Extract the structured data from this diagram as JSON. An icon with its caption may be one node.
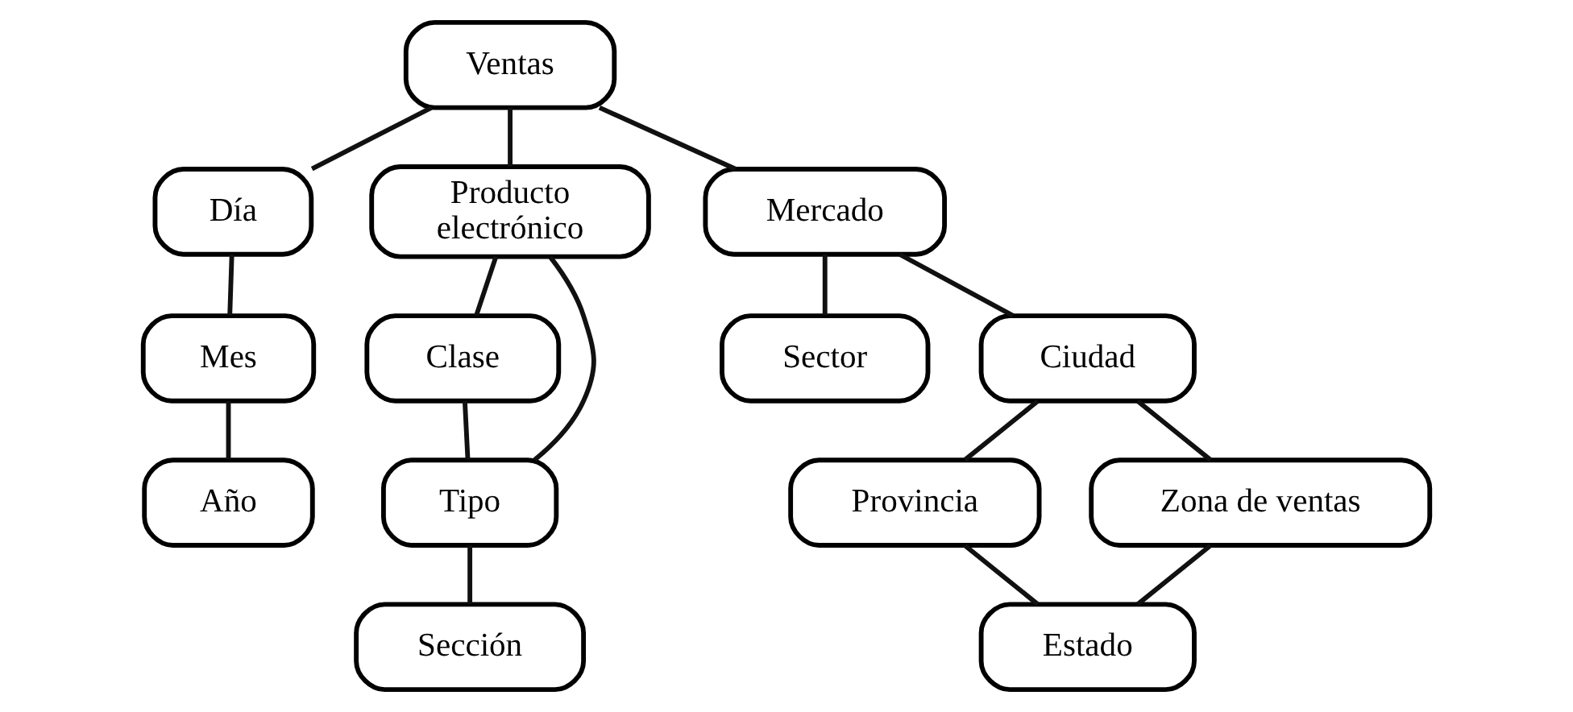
{
  "diagram": {
    "nodes": [
      {
        "text": [
          "Ventas"
        ]
      },
      {
        "text": [
          "Día"
        ]
      },
      {
        "text": [
          "Mes"
        ]
      },
      {
        "text": [
          "Año"
        ]
      },
      {
        "text": [
          "Producto electrónico"
        ]
      },
      {
        "text": [
          "Clase"
        ]
      },
      {
        "text": [
          "Tipo"
        ]
      },
      {
        "text": [
          "Sección"
        ]
      },
      {
        "text": [
          "Mercado"
        ]
      },
      {
        "text": [
          "Sector"
        ]
      },
      {
        "text": [
          "Ciudad"
        ]
      },
      {
        "text": [
          "Provincia"
        ]
      },
      {
        "text": [
          "Zona de ventas"
        ]
      },
      {
        "text": [
          "Estado"
        ]
      }
    ],
    "edges": [
      {
        "from": 0,
        "to": 1,
        "arrow": "none"
      },
      {
        "from": 0,
        "to": 4,
        "arrow": "none"
      },
      {
        "from": 0,
        "to": 8,
        "arrow": "none"
      },
      {
        "from": 1,
        "to": 2,
        "arrow": "none"
      },
      {
        "from": 2,
        "to": 3,
        "arrow": "none"
      },
      {
        "from": 4,
        "to": 5,
        "arrow": "none"
      },
      {
        "from": 4,
        "to": 6,
        "arrow": "none"
      },
      {
        "from": 5,
        "to": 6,
        "arrow": "none"
      },
      {
        "from": 6,
        "to": 7,
        "arrow": "none"
      },
      {
        "from": 8,
        "to": 9,
        "arrow": "none"
      },
      {
        "from": 8,
        "to": 10,
        "arrow": "none"
      },
      {
        "from": 10,
        "to": 11,
        "arrow": "none"
      },
      {
        "from": 10,
        "to": 12,
        "arrow": "none"
      },
      {
        "from": 11,
        "to": 13,
        "arrow": "none"
      },
      {
        "from": 12,
        "to": 13,
        "arrow": "none"
      }
    ]
  }
}
